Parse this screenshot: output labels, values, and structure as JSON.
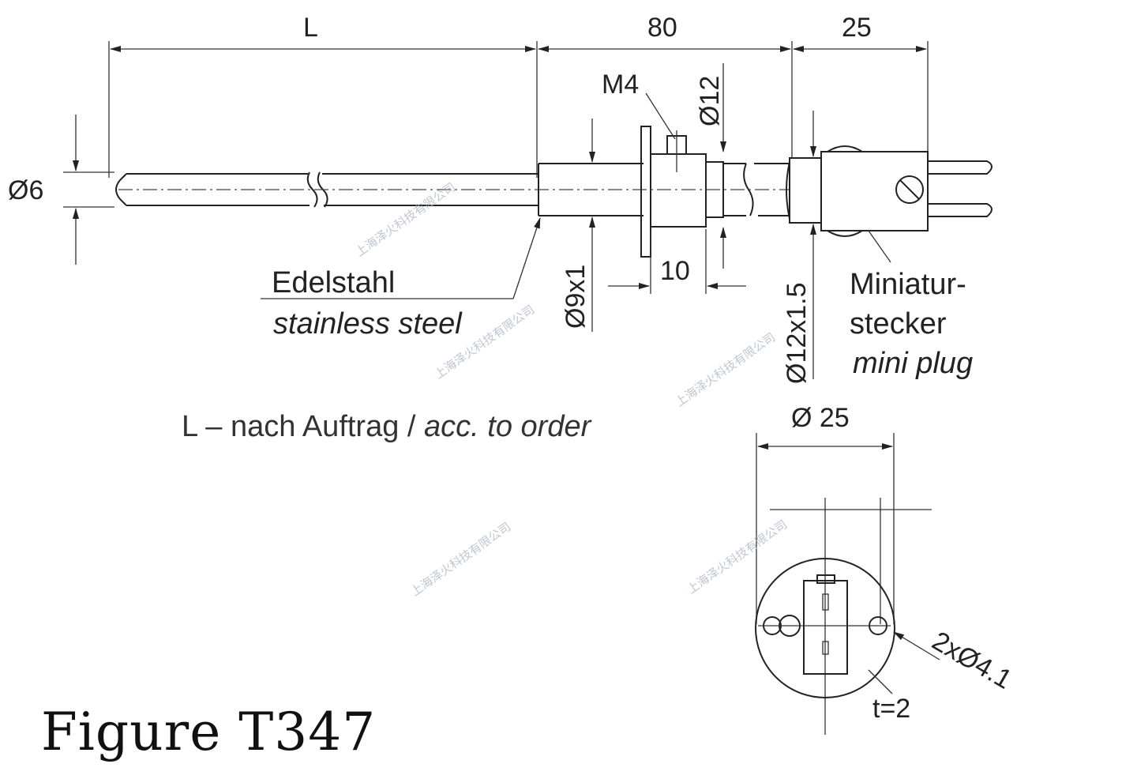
{
  "dimensions": {
    "length": "L",
    "middle": "80",
    "plug_length": "25",
    "probe_diameter": "Ø6",
    "thread": "M4",
    "collar_diameter": "Ø12",
    "tube_diameter": "Ø9x1",
    "collar_width": "10",
    "sleeve_diameter": "Ø12x1.5",
    "flange_diameter": "Ø 25",
    "holes": "2xØ4.1",
    "thickness": "t=2"
  },
  "labels": {
    "material_de": "Edelstahl",
    "material_en": "stainless steel",
    "plug_de_1": "Miniatur-",
    "plug_de_2": "stecker",
    "plug_en": "mini plug",
    "length_note_de": "L – nach Auftrag / ",
    "length_note_en": "acc. to order"
  },
  "watermark": "上海泽火科技有限公司",
  "caption": "Figure T347"
}
